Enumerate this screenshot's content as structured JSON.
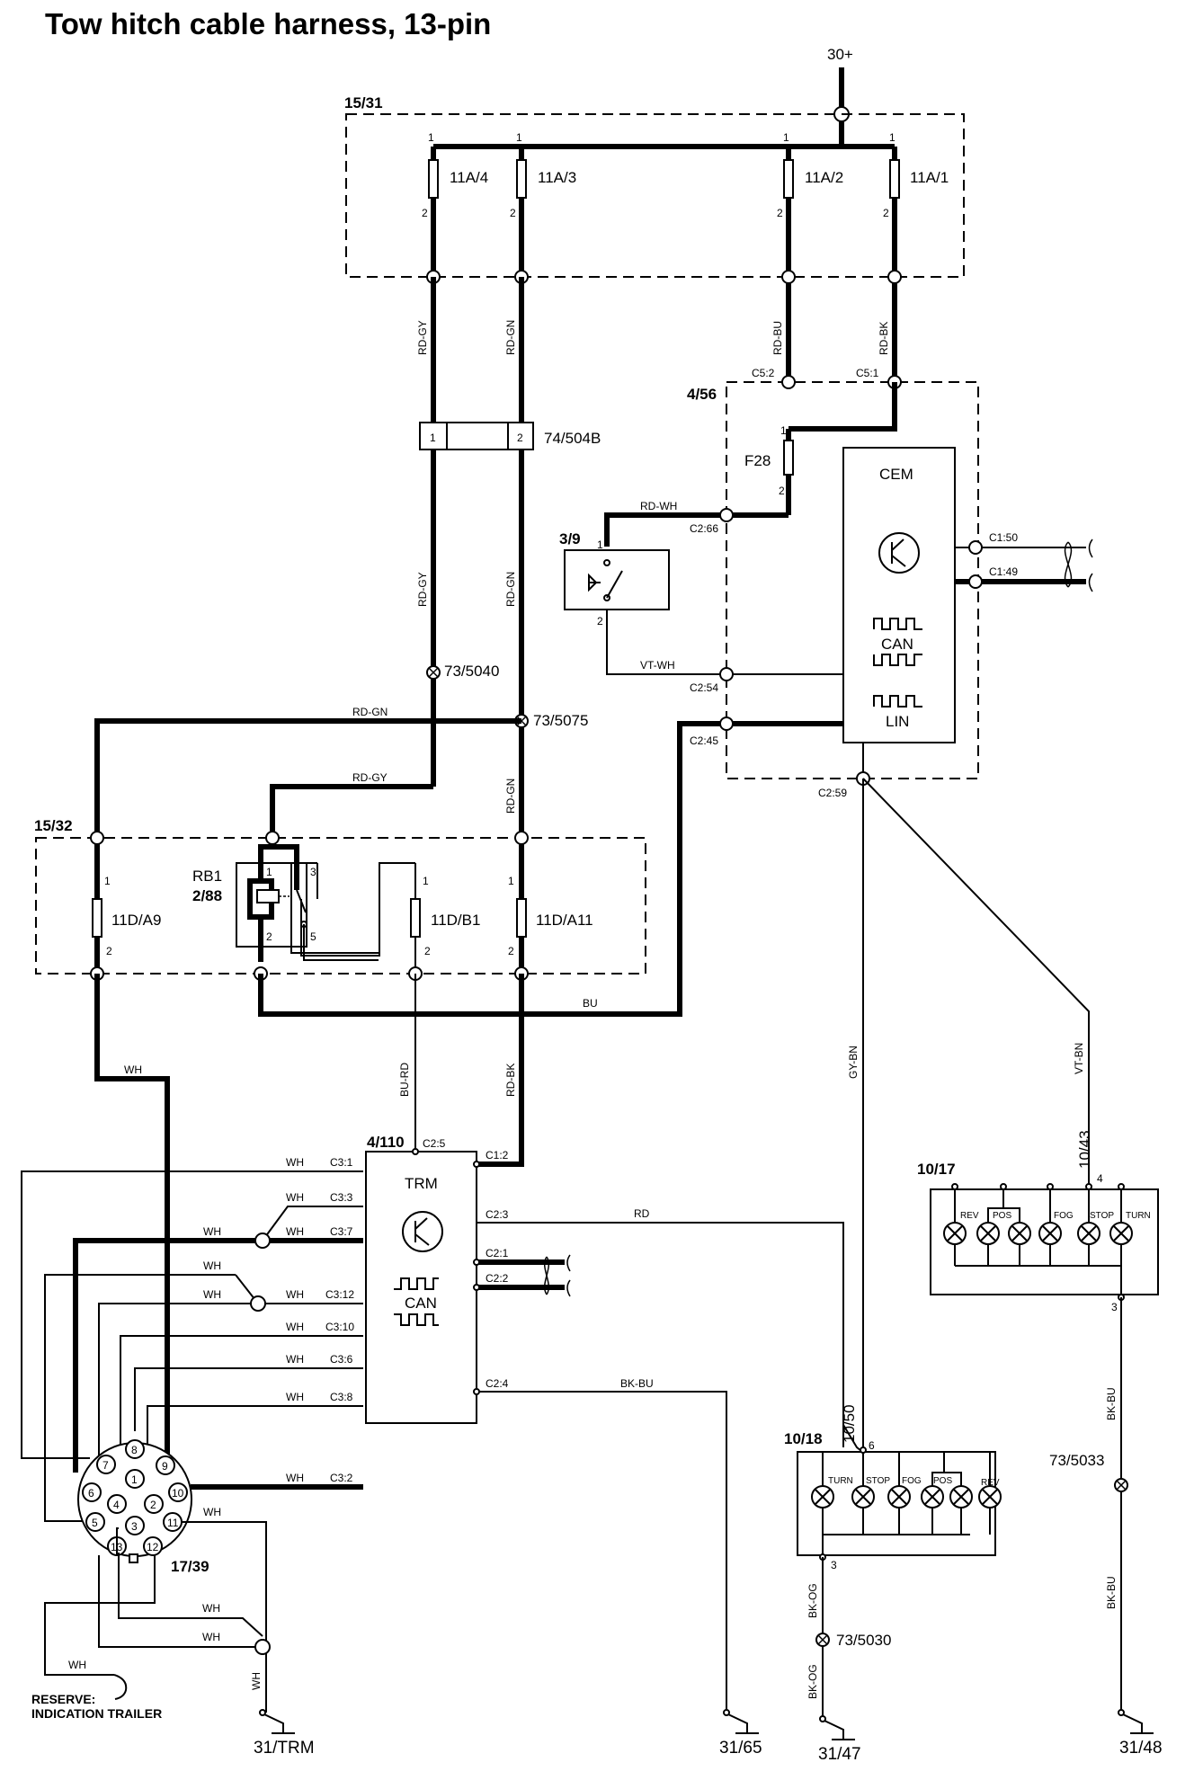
{
  "title": "Tow hitch cable harness, 13-pin",
  "supply": "30+",
  "modules": {
    "fusebox_upper": "15/31",
    "fusebox_lower": "15/32",
    "cem_box": "4/56",
    "cem": "CEM",
    "trm_box": "4/110",
    "trm": "TRM",
    "switch": "3/9",
    "relay": "RB1",
    "relay_id": "2/88",
    "socket": "17/39",
    "lamp_left": "10/17",
    "lamp_right": "10/18",
    "connector": "74/504B",
    "fuse_f28": "F28"
  },
  "fuses_upper": [
    "11A/4",
    "11A/3",
    "11A/2",
    "11A/1"
  ],
  "fuses_lower": [
    "11D/A9",
    "11D/B1",
    "11D/A11"
  ],
  "wires": {
    "rd_gy": "RD-GY",
    "rd_gn": "RD-GN",
    "rd_bu": "RD-BU",
    "rd_bk": "RD-BK",
    "rd_wh": "RD-WH",
    "vt_wh": "VT-WH",
    "bu": "BU",
    "bu_rd": "BU-RD",
    "gy_bn": "GY-BN",
    "vt_bn": "VT-BN",
    "wh": "WH",
    "rd": "RD",
    "bk_bu": "BK-BU",
    "bk_og": "BK-OG"
  },
  "connectors": {
    "c5_2": "C5:2",
    "c5_1": "C5:1",
    "c2_66": "C2:66",
    "c2_54": "C2:54",
    "c2_45": "C2:45",
    "c2_59": "C2:59",
    "c1_50": "C1:50",
    "c1_49": "C1:49",
    "c2_5": "C2:5",
    "c1_2": "C1:2",
    "c2_3": "C2:3",
    "c2_1": "C2:1",
    "c2_2": "C2:2",
    "c2_4": "C2:4",
    "c3_1": "C3:1",
    "c3_3": "C3:3",
    "c3_7": "C3:7",
    "c3_12": "C3:12",
    "c3_10": "C3:10",
    "c3_6": "C3:6",
    "c3_8": "C3:8",
    "c3_2": "C3:2"
  },
  "splices": {
    "s5040": "73/5040",
    "s5075": "73/5075",
    "s5033": "73/5033",
    "s5030": "73/5030",
    "b1043": "10/43",
    "b1050": "10/50"
  },
  "bus": {
    "can": "CAN",
    "lin": "LIN"
  },
  "lamps_1017": [
    "REV",
    "POS",
    "FOG",
    "STOP",
    "TURN"
  ],
  "lamps_1018": [
    "TURN",
    "STOP",
    "FOG",
    "POS",
    "REV"
  ],
  "socket_pins": [
    "1",
    "2",
    "3",
    "4",
    "5",
    "6",
    "7",
    "8",
    "9",
    "10",
    "11",
    "12",
    "13"
  ],
  "grounds": [
    "31/TRM",
    "31/65",
    "31/47",
    "31/48"
  ],
  "reserve": {
    "line1": "RESERVE:",
    "line2": "INDICATION TRAILER"
  },
  "pins": {
    "p1": "1",
    "p2": "2",
    "p3": "3",
    "p4": "4",
    "p5": "5",
    "p6": "6"
  }
}
